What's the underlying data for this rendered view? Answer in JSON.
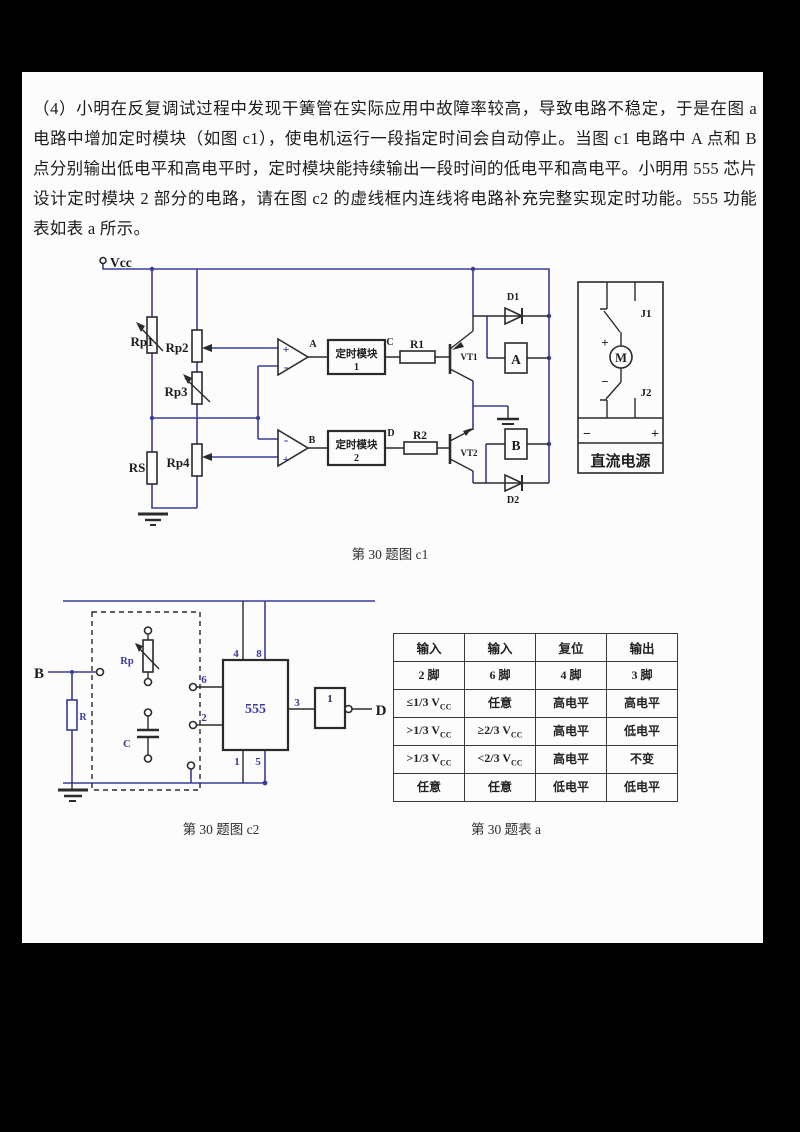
{
  "page": {
    "paragraph": "（4）小明在反复调试过程中发现干簧管在实际应用中故障率较高，导致电路不稳定，于是在图 a 电路中增加定时模块（如图 c1），使电机运行一段指定时间会自动停止。当图 c1 电路中 A 点和 B 点分别输出低电平和高电平时，定时模块能持续输出一段时间的低电平和高电平。小明用 555 芯片设计定时模块 2 部分的电路，请在图 c2 的虚线框内连线将电路补充完整实现定时功能。555 功能表如表 a 所示。"
  },
  "fig_c1": {
    "caption": "第 30 题图 c1",
    "labels": {
      "vcc": "Vcc",
      "rp1": "Rp1",
      "rp2": "Rp2",
      "rp3": "Rp3",
      "rp4": "Rp4",
      "rs": "RS",
      "op1_plus": "+",
      "op1_minus": "-",
      "op2_minus": "-",
      "op2_plus": "+",
      "node_a": "A",
      "node_b": "B",
      "node_c": "C",
      "node_d": "D",
      "module1_line1": "定时模块",
      "module1_line2": "1",
      "module2_line1": "定时模块",
      "module2_line2": "2",
      "r1": "R1",
      "r2": "R2",
      "vt1": "VT1",
      "vt2": "VT2",
      "d1": "D1",
      "d2": "D2",
      "coil_a": "A",
      "coil_b": "B"
    },
    "power_box": {
      "j1": "J1",
      "j2": "J2",
      "motor": "M",
      "motor_plus": "+",
      "motor_minus": "−",
      "supply_minus": "−",
      "supply_plus": "+",
      "label": "直流电源"
    }
  },
  "fig_c2": {
    "caption": "第 30 题图 c2",
    "labels": {
      "node_b": "B",
      "r": "R",
      "rp": "Rp",
      "c": "C",
      "chip": "555",
      "pin4": "4",
      "pin8": "8",
      "pin6": "6",
      "pin2": "2",
      "pin3": "3",
      "pin1": "1",
      "pin5": "5",
      "inverter": "1",
      "node_d": "D"
    }
  },
  "table_a": {
    "caption": "第 30 题表 a",
    "header": [
      "输入",
      "输入",
      "复位",
      "输出"
    ],
    "rows": [
      [
        {
          "t": "2 脚"
        },
        {
          "t": "6 脚"
        },
        {
          "t": "4 脚"
        },
        {
          "t": "3 脚"
        }
      ],
      [
        {
          "t": "≤1/3 V",
          "s": "CC"
        },
        {
          "t": "任意"
        },
        {
          "t": "高电平"
        },
        {
          "t": "高电平"
        }
      ],
      [
        {
          "t": ">1/3 V",
          "s": "CC"
        },
        {
          "t": "≥2/3 V",
          "s": "CC"
        },
        {
          "t": "高电平"
        },
        {
          "t": "低电平"
        }
      ],
      [
        {
          "t": ">1/3 V",
          "s": "CC"
        },
        {
          "t": "<2/3 V",
          "s": "CC"
        },
        {
          "t": "高电平"
        },
        {
          "t": "不变"
        }
      ],
      [
        {
          "t": "任意"
        },
        {
          "t": "任意"
        },
        {
          "t": "低电平"
        },
        {
          "t": "低电平"
        }
      ]
    ]
  },
  "colors": {
    "wire": "#3c3c96",
    "blue_label": "#3a3aa0",
    "ink": "#2b2b2b",
    "page_bg": "#fcfcfc"
  }
}
